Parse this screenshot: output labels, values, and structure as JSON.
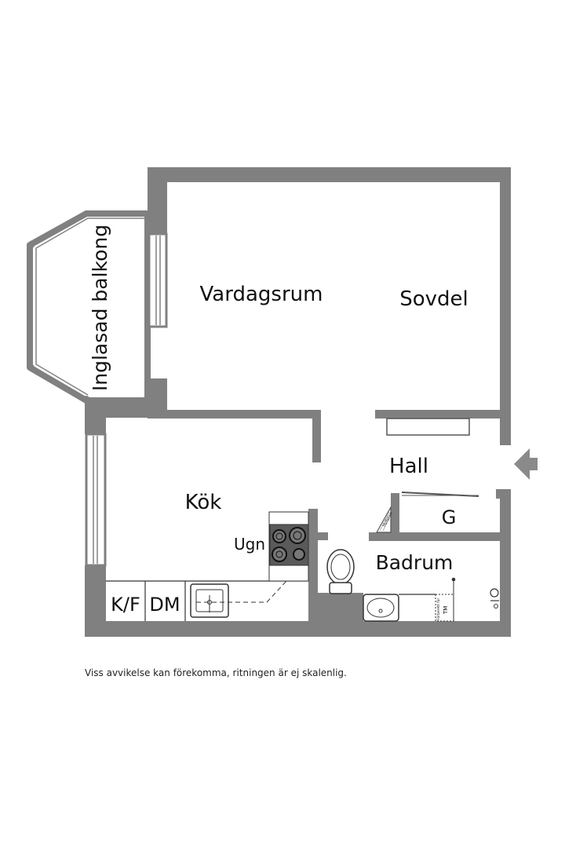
{
  "rooms": {
    "vardagsrum": "Vardagsrum",
    "sovdel": "Sovdel",
    "balkong": "Inglasad balkong",
    "kok": "Kök",
    "hall": "Hall",
    "garderob": "G",
    "badrum": "Badrum"
  },
  "fixtures": {
    "ugn": "Ugn",
    "kf": "K/F",
    "dm": "DM",
    "hylla": "Hyllplan",
    "forberett": "Förberett för",
    "tm": "TM"
  },
  "footer": {
    "disclaimer": "Viss avvikelse kan förekomma, ritningen är ej skalenlig."
  },
  "colors": {
    "wall": "#808080",
    "window_frame": "#808080",
    "line": "#333333",
    "entrance_arrow": "#8a8a8a"
  }
}
